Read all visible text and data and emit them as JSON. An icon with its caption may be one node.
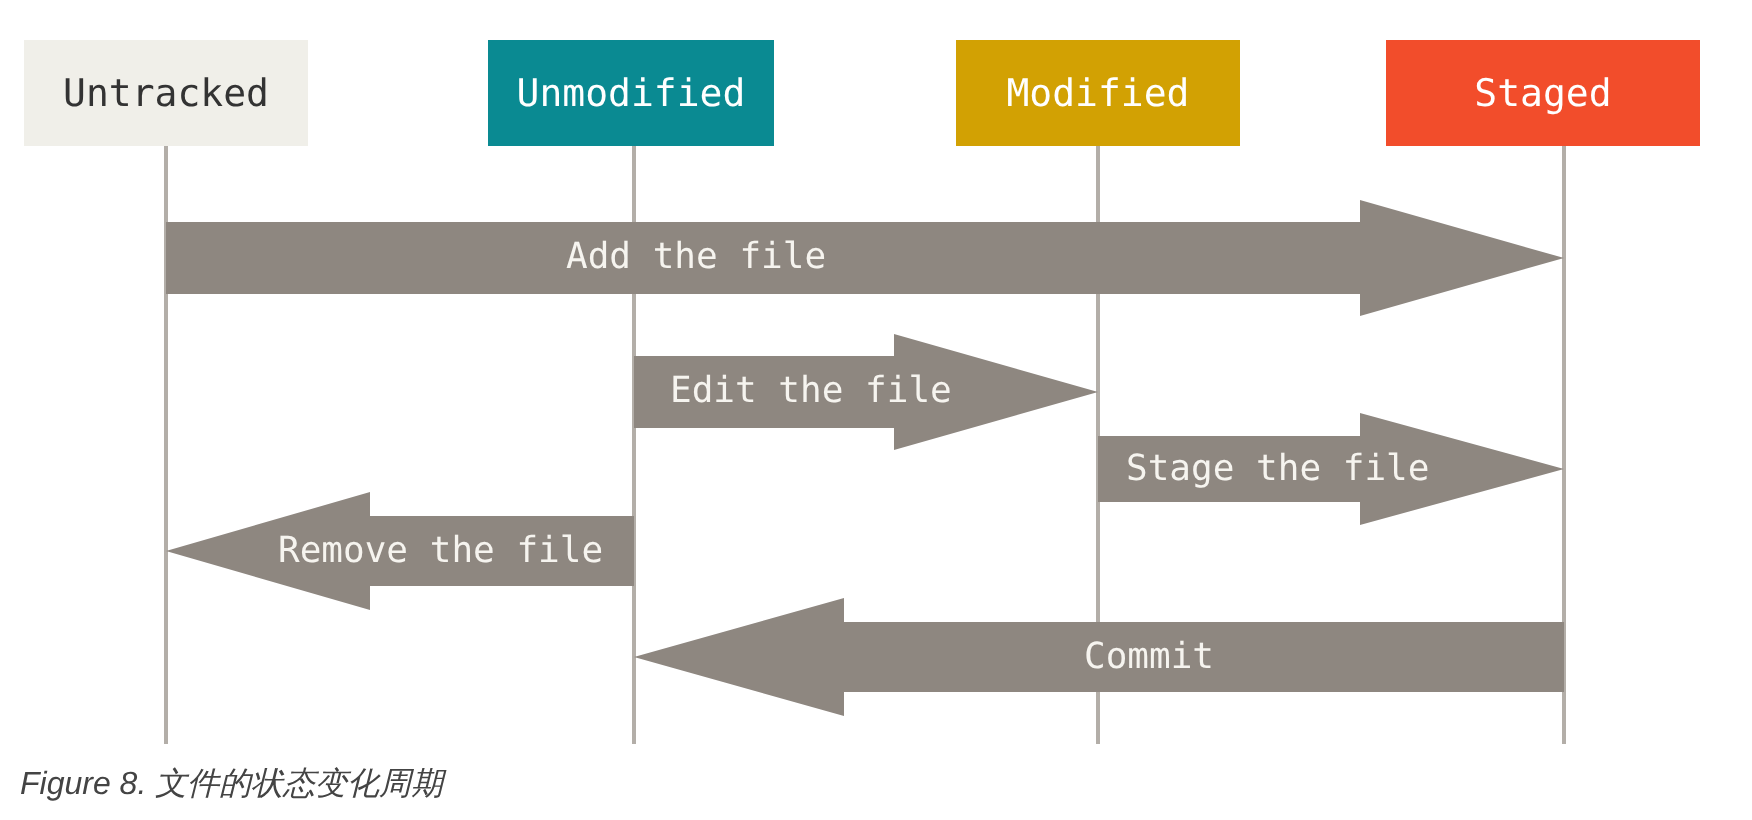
{
  "diagram": {
    "caption": "Figure 8. 文件的状态变化周期",
    "nodes": [
      {
        "text": [
          "Untracked"
        ]
      },
      {
        "text": [
          "Unmodified"
        ]
      },
      {
        "text": [
          "Modified"
        ]
      },
      {
        "text": [
          "Staged"
        ]
      }
    ],
    "edges": [
      {
        "from": 0,
        "to": 3,
        "arrow": "to",
        "label": "Add the file"
      },
      {
        "from": 1,
        "to": 2,
        "arrow": "to",
        "label": "Edit the file"
      },
      {
        "from": 2,
        "to": 3,
        "arrow": "to",
        "label": "Stage the file"
      },
      {
        "from": 1,
        "to": 0,
        "arrow": "to",
        "label": "Remove the file"
      },
      {
        "from": 3,
        "to": 1,
        "arrow": "to",
        "label": "Commit"
      }
    ]
  }
}
